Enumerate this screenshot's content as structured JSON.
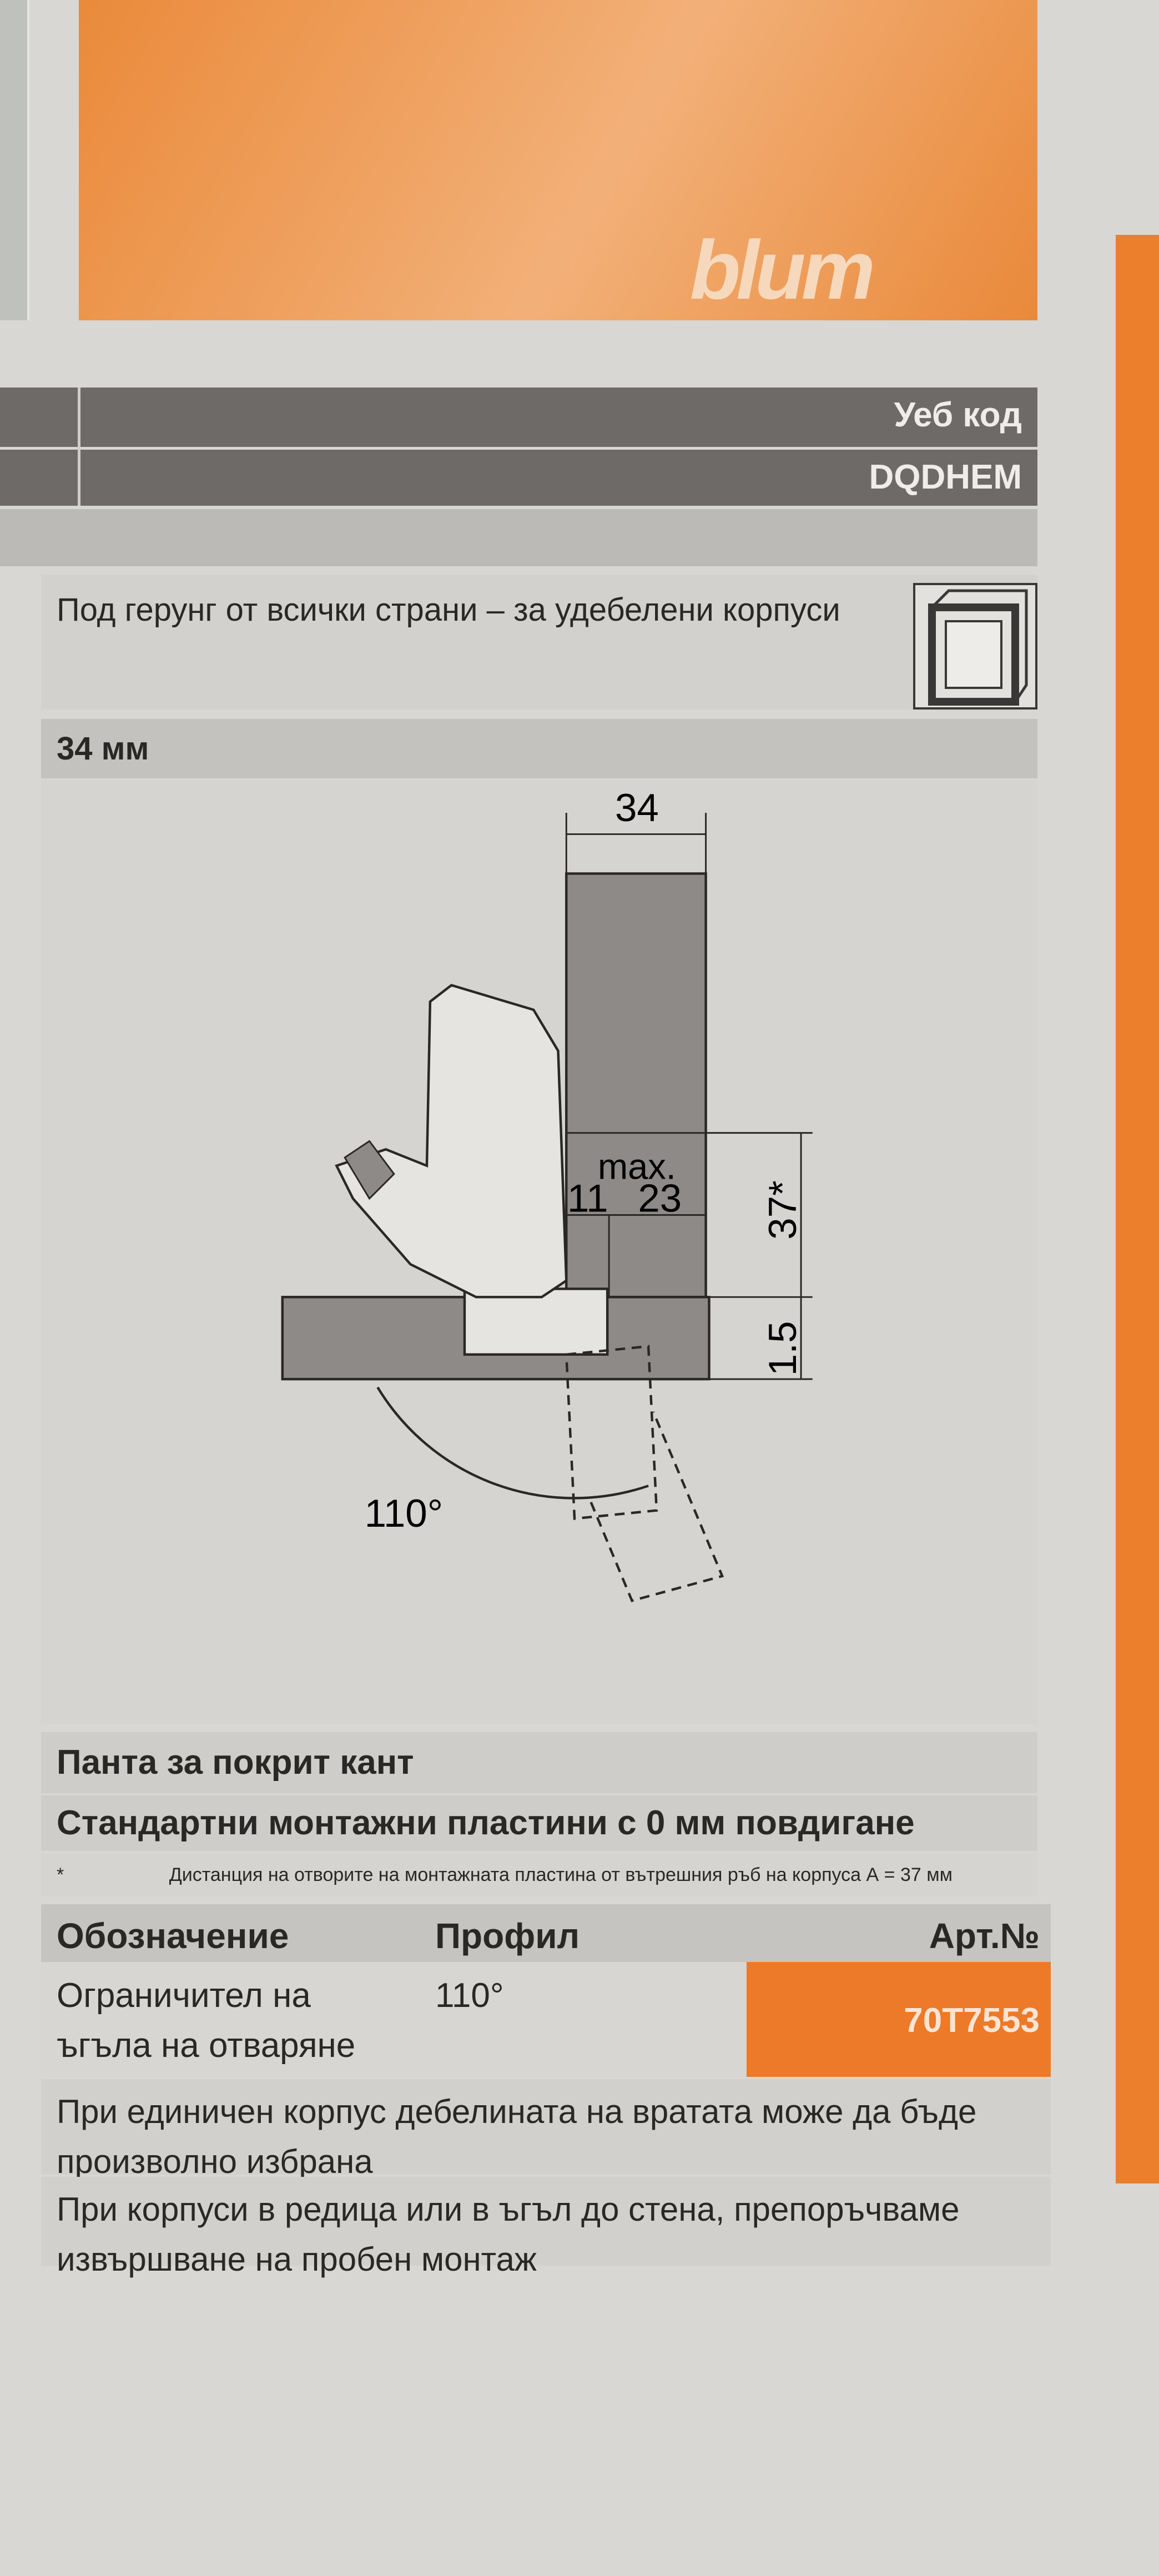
{
  "brand": {
    "logo_text": "blum",
    "accent_color": "#ec7a28"
  },
  "header": {
    "web_code_label": "Уеб код",
    "web_code_value": "DQDHEM"
  },
  "application": {
    "description": "Под герунг от всички страни – за удебелени корпуси",
    "icon": "cabinet-mitred-icon"
  },
  "thickness": {
    "label": "34 мм"
  },
  "diagram": {
    "dim_top": "34",
    "dim_max_label": "max.",
    "dim_11": "11",
    "dim_23": "23",
    "dim_37": "37*",
    "dim_15": "1.5",
    "angle": "110°"
  },
  "section": {
    "title": "Панта за покрит кант",
    "subtitle": "Стандартни монтажни пластини с 0 мм повдигане",
    "footnote_mark": "*",
    "footnote": "Дистанция на отворите на монтажната пластина от вътрешния ръб на корпуса А = 37 мм"
  },
  "table": {
    "headers": [
      "Обозначение",
      "Профил",
      "Арт.№"
    ],
    "rows": [
      {
        "designation_line1": "Ограничител на",
        "designation_line2": "ъгъла на отваряне",
        "profile": "110°",
        "article": "70T7553"
      }
    ]
  },
  "notes": [
    "При единичен корпус дебелината на вратата може да бъде произволно избрана",
    "При корпуси в редица или в ъгъл до стена, препоръчваме извършване на пробен монтаж"
  ]
}
